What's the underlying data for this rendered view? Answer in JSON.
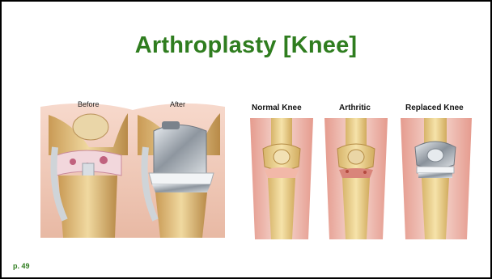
{
  "slide": {
    "title": "Arthroplasty [Knee]",
    "page_label": "p. 49"
  },
  "left_figure": {
    "before_label": "Before",
    "after_label": "After"
  },
  "right_figure": {
    "panels": [
      {
        "label": "Normal Knee"
      },
      {
        "label": "Arthritic"
      },
      {
        "label": "Replaced Knee"
      }
    ]
  },
  "colors": {
    "title": "#2f7d1f",
    "bone": "#e8cf8e",
    "skin": "#f1c9b8",
    "metal": "#b9bfc6"
  }
}
